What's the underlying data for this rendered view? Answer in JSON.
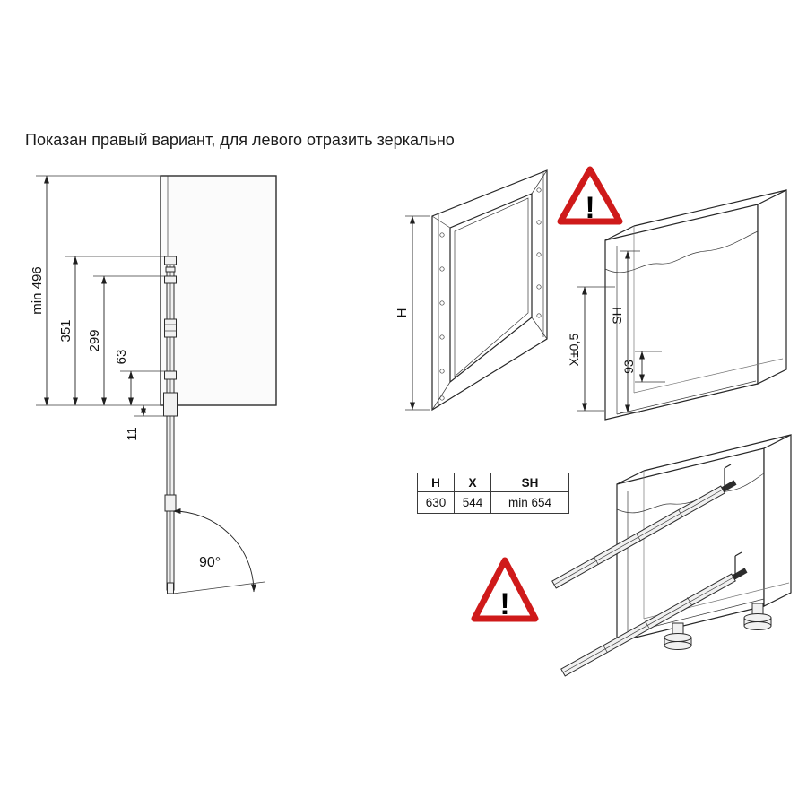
{
  "title": "Показан правый вариант, для левого отразить зеркально",
  "side_view": {
    "dims": {
      "overall": "min 496",
      "d351": "351",
      "d299": "299",
      "d63": "63",
      "d11": "11",
      "angle": "90°"
    }
  },
  "frame_view": {
    "height_label": "H"
  },
  "cabinet_view": {
    "sh": "SH",
    "x_tol": "X±0,5",
    "d93": "93"
  },
  "warning_icon": {
    "mark": "!"
  },
  "spec_table": {
    "headers": [
      "H",
      "X",
      "SH"
    ],
    "values": [
      "630",
      "544",
      "min 654"
    ]
  },
  "colors": {
    "warning_red": "#cf1a1a",
    "line": "#1f1f1f"
  }
}
